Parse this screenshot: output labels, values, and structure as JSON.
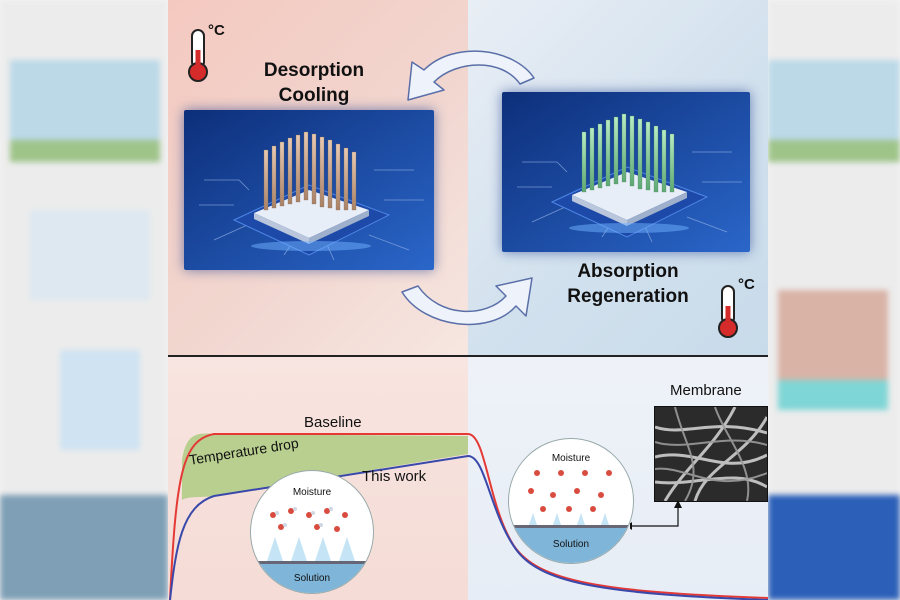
{
  "top": {
    "unit_left": "°C",
    "unit_right": "°C",
    "label_left_line1": "Desorption",
    "label_left_line2": "Cooling",
    "label_right_line1": "Absorption",
    "label_right_line2": "Regeneration"
  },
  "bottom": {
    "baseline_label": "Baseline",
    "temperature_drop_label": "Temperature drop",
    "this_work_label": "This work",
    "membrane_label": "Membrane",
    "left_circle": {
      "moisture": "Moisture",
      "solution": "Solution"
    },
    "right_circle": {
      "moisture": "Moisture",
      "solution": "Solution"
    }
  },
  "colors": {
    "baseline_curve": "#e53935",
    "this_work_curve": "#3949ab",
    "drop_fill": "#b9cf8f",
    "chip_bg": "#1b4fb0",
    "fins_left": "#c9a48a",
    "fins_right": "#8fcf9f"
  }
}
